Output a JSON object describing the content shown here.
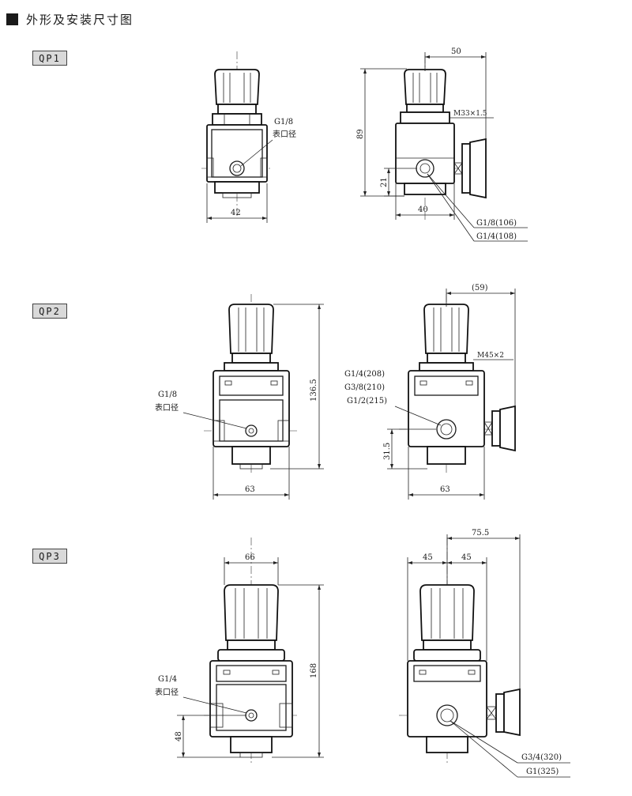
{
  "header": {
    "title": "外形及安装尺寸图"
  },
  "models": [
    {
      "tag": "QP1",
      "front": {
        "port_label": "G1/8",
        "port_note": "表口径",
        "width": "42"
      },
      "side": {
        "top_dim": "50",
        "thread": "M33×1.5",
        "height": "89",
        "port_height": "21",
        "width": "40",
        "callouts": [
          "G1/8(106)",
          "G1/4(108)"
        ]
      }
    },
    {
      "tag": "QP2",
      "front": {
        "port_label": "G1/8",
        "port_note": "表口径",
        "width": "63",
        "height": "136.5"
      },
      "side": {
        "top_dim": "(59)",
        "thread": "M45×2",
        "port_height": "31.5",
        "width": "63",
        "callouts": [
          "G1/4(208)",
          "G3/8(210)",
          "G1/2(215)"
        ]
      }
    },
    {
      "tag": "QP3",
      "front": {
        "port_label": "G1/4",
        "port_note": "表口径",
        "width": "66",
        "height": "168",
        "port_height": "48"
      },
      "side": {
        "top_dim": "75.5",
        "left_half": "45",
        "right_half": "45",
        "callouts": [
          "G3/4(320)",
          "G1(325)"
        ]
      }
    }
  ]
}
